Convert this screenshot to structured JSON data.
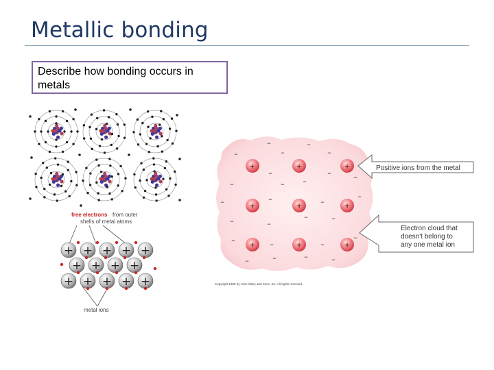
{
  "slide": {
    "title": "Metallic bonding",
    "prompt": "Describe how bonding occurs in metals"
  },
  "left_figure": {
    "free_electrons_label": "free electrons",
    "free_electrons_suffix": "from outer",
    "free_electrons_line2": "shells of metal atoms",
    "metal_ions_label": "metal ions",
    "accent_color": "#cc2222"
  },
  "right_figure": {
    "positive_ions_label": "Positive ions from the metal",
    "cloud_line1": "Electron cloud that",
    "cloud_line2": "doesn't belong to",
    "cloud_line3": "any one metal ion",
    "copyright": "Copyright 1999 by John Wiley and Sons, Inc. All rights reserved.",
    "ion_symbol": "+",
    "electron_symbol": "–"
  }
}
